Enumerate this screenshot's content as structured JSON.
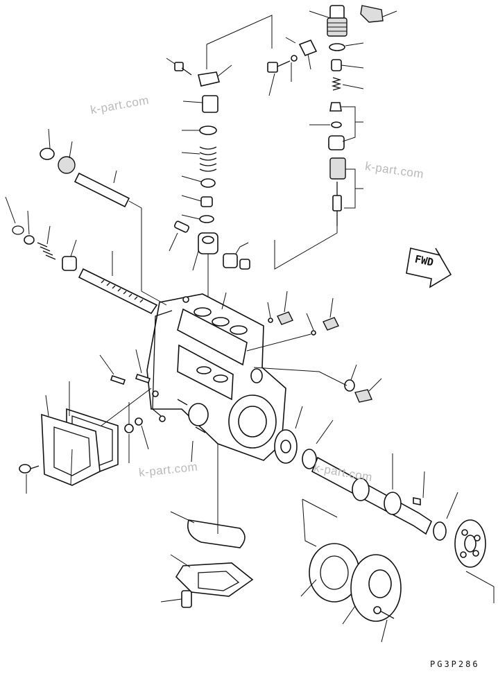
{
  "watermarks": {
    "top_left": "k-part.com",
    "right": "k-part.com",
    "center_bottom": "k-part.com",
    "center_right": "k-part.com"
  },
  "direction_label": "FWD",
  "drawing_code": "PG3P286"
}
